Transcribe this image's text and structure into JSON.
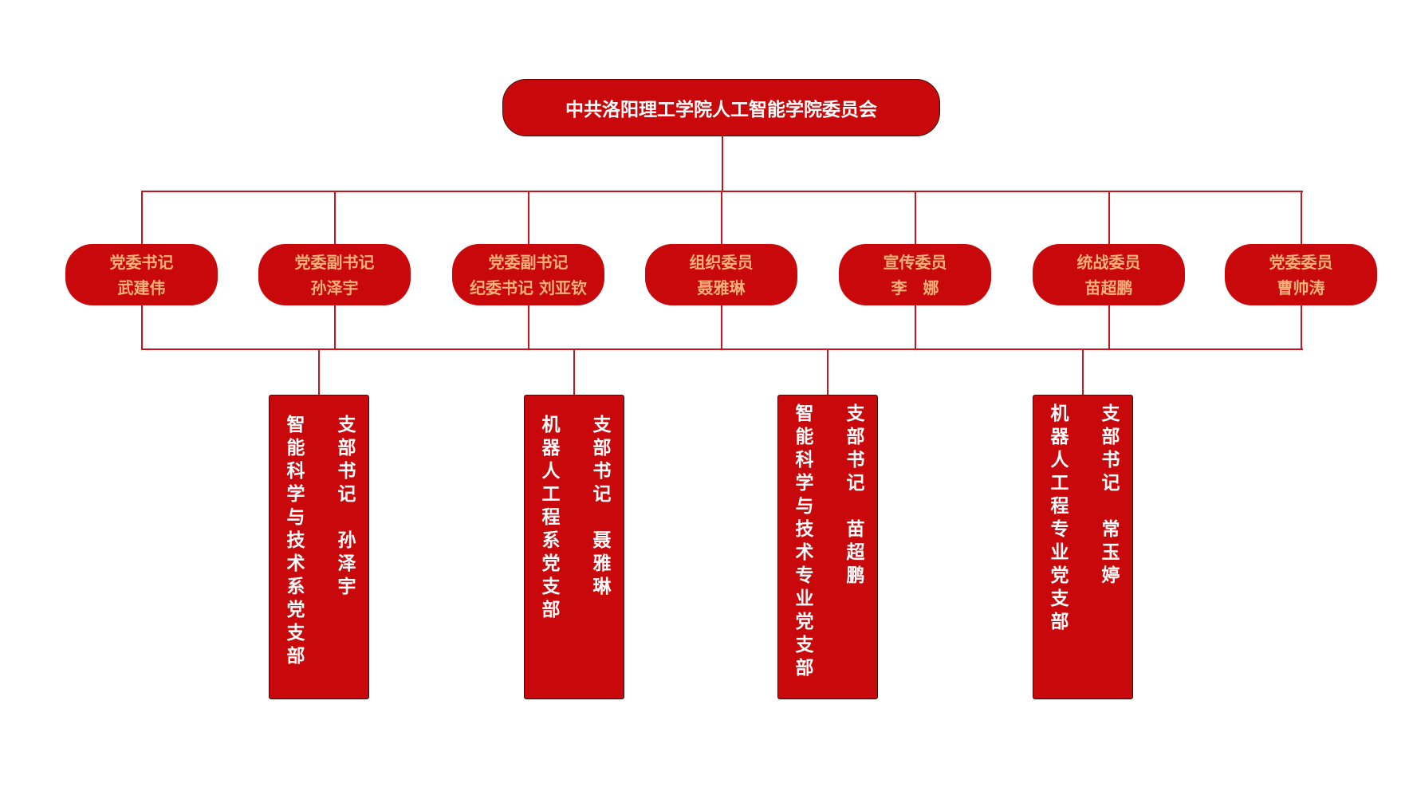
{
  "root": {
    "title": "中共洛阳理工学院人工智能学院委员会"
  },
  "committee": [
    {
      "role": "党委书记",
      "name": "武建伟"
    },
    {
      "role": "党委副书记",
      "name": "孙泽宇"
    },
    {
      "role": "党委副书记",
      "name": "纪委书记 刘亚钦"
    },
    {
      "role": "组织委员",
      "name": "聂雅琳"
    },
    {
      "role": "宣传委员",
      "name": "李　娜"
    },
    {
      "role": "统战委员",
      "name": "苗超鹏"
    },
    {
      "role": "党委委员",
      "name": "曹帅涛"
    }
  ],
  "branches": [
    {
      "name": "智能科学与技术系党支部",
      "secretary": "支部书记　孙泽宇"
    },
    {
      "name": "机器人工程系党支部",
      "secretary": "支部书记　聂雅琳"
    },
    {
      "name": "智能科学与技术专业党支部",
      "secretary": "支部书记　苗超鹏"
    },
    {
      "name": "机器人工程专业党支部",
      "secretary": "支部书记　常玉婷"
    }
  ],
  "colors": {
    "box": "#c8080a",
    "line": "#c8161d",
    "role_text": "#f8b07a"
  }
}
